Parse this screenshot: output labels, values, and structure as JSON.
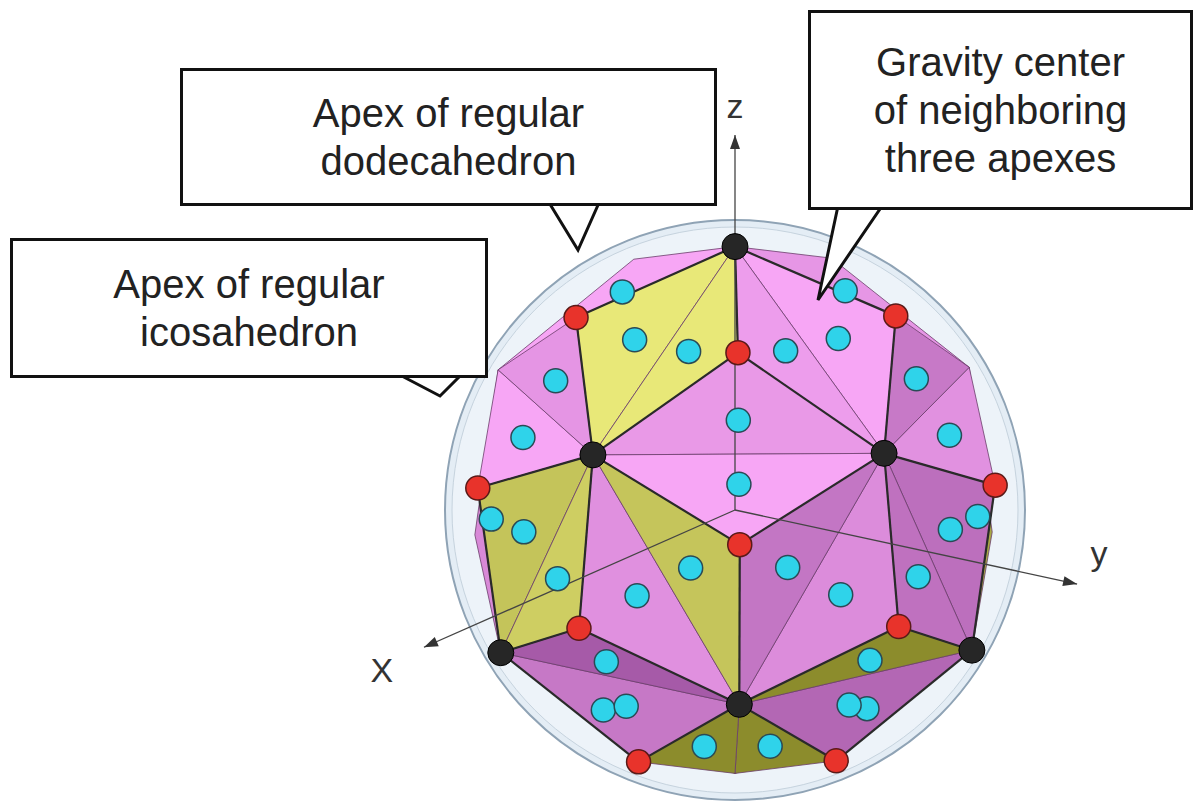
{
  "diagram": {
    "nodes": [
      {
        "text": [
          "Apex of regular dodecahedron"
        ]
      },
      {
        "text": [
          "Gravity center of neighboring three apexes"
        ]
      },
      {
        "text": [
          "Apex of regular icosahedron"
        ]
      }
    ],
    "labels": [
      "z",
      "y",
      "X"
    ]
  }
}
